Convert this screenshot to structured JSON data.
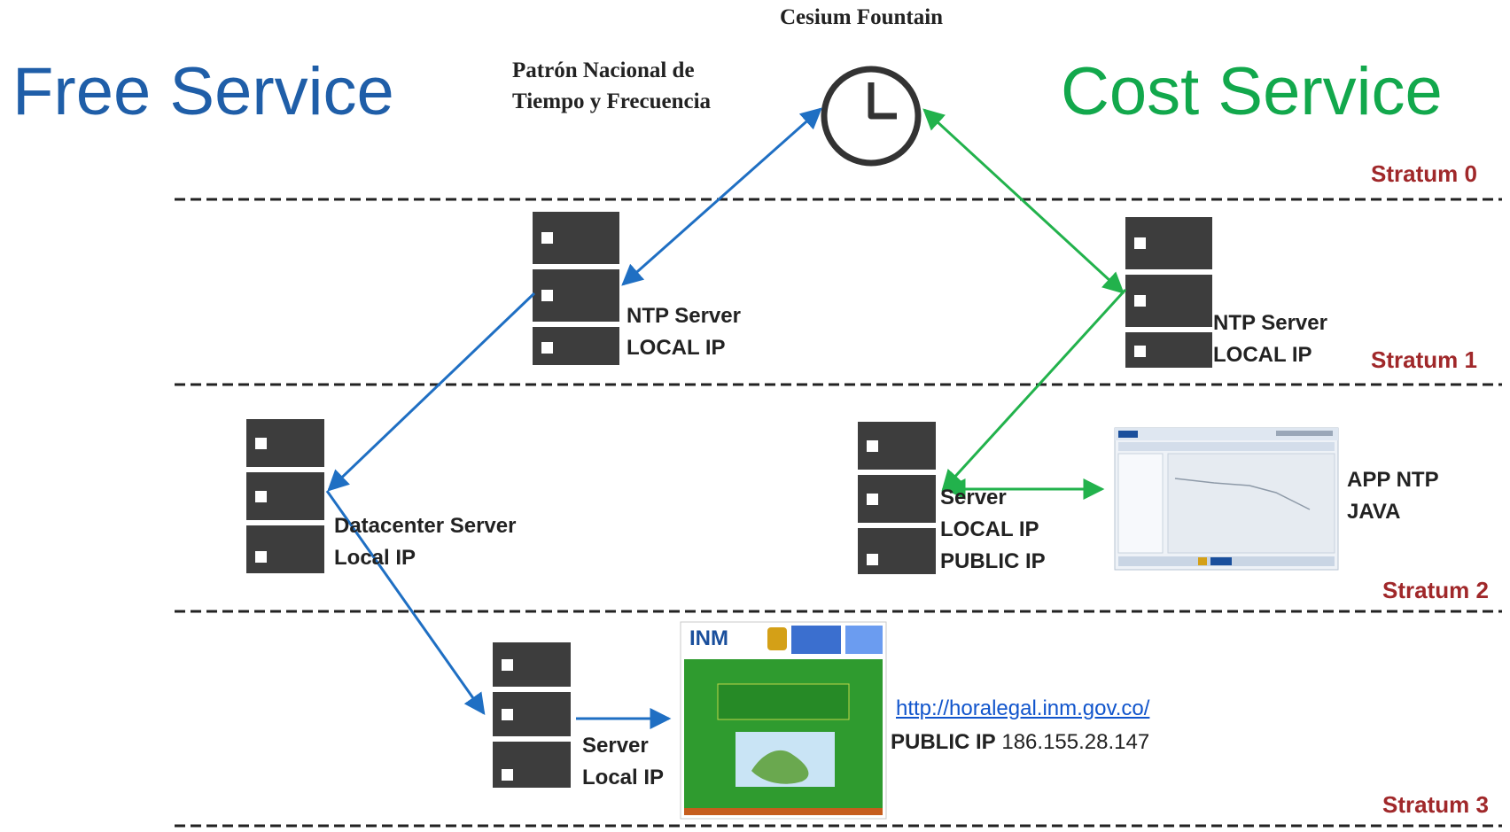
{
  "titles": {
    "free": "Free Service",
    "cost": "Cost Service"
  },
  "reference": {
    "name_line1": "Patrón Nacional de",
    "name_line2": "Tiempo y Frecuencia",
    "clock_label": "Cesium Fountain",
    "icon": "clock-icon"
  },
  "strata": {
    "s0": "Stratum 0",
    "s1": "Stratum 1",
    "s2": "Stratum 2",
    "s3": "Stratum 3"
  },
  "servers": {
    "ntp_left": {
      "line1": "NTP Server",
      "line2": "LOCAL IP"
    },
    "ntp_right": {
      "line1": "NTP Server",
      "line2": "LOCAL IP"
    },
    "datacenter": {
      "line1": "Datacenter Server",
      "line2": "Local IP"
    },
    "public": {
      "line1": "Server",
      "line2": "LOCAL IP",
      "line3": "PUBLIC IP"
    },
    "local": {
      "line1": "Server",
      "line2": "Local IP"
    }
  },
  "app": {
    "line1": "APP NTP",
    "line2": "JAVA"
  },
  "web": {
    "url": "http://horalegal.inm.gov.co/",
    "ip_label": "PUBLIC IP",
    "ip_value": "186.155.28.147"
  },
  "colors": {
    "free": "#1f6fc3",
    "cost": "#22b24c",
    "server": "#3d3d3d",
    "stratum": "#a0282a"
  }
}
